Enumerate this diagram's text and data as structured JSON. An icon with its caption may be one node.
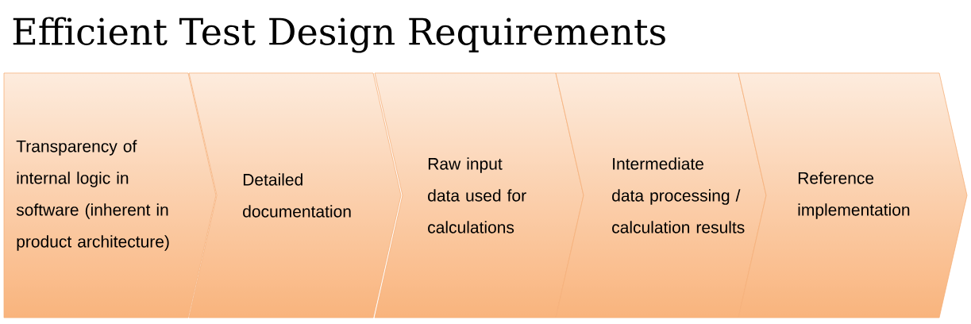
{
  "diagram": {
    "title": "Efficient Test Design Requirements",
    "nodes": [
      {
        "text": [
          "Transparency of internal logic in software (inherent in product architecture)"
        ]
      },
      {
        "text": [
          "Detailed documentation"
        ]
      },
      {
        "text": [
          "Raw input data used for calculations"
        ]
      },
      {
        "text": [
          "Intermediate data processing / calculation results"
        ]
      },
      {
        "text": [
          "Reference implementation"
        ]
      }
    ]
  }
}
